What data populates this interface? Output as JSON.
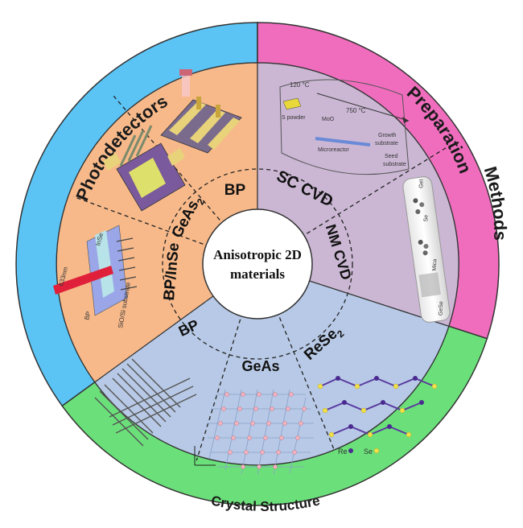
{
  "center": {
    "line1": "Anisotropic  2D",
    "line2": "materials"
  },
  "outer_ring": {
    "photodetectors": "Photodetectors",
    "preparation": "Preparation",
    "methods": "Methods",
    "crystal_structure": "Crystal Structure"
  },
  "segments": {
    "bp_top": "BP",
    "geas2_main": "GeAs",
    "geas2_sub": "2",
    "bp_inse": "BP/InSe",
    "sc_cvd": "SC CVD",
    "nm_cvd": "NM CVD",
    "bp_crystal": "BP",
    "geas": "GeAs",
    "rese2_main": "ReSe",
    "rese2_sub": "2"
  },
  "figure_labels": {
    "temp1": "120 °C",
    "temp2": "750 °C",
    "s_powder": "S powder",
    "mno3": "MoO",
    "microreactor": "Microreactor",
    "growth": "Growth",
    "substrate1": "substrate",
    "seed": "Seed",
    "substrate2": "substrate",
    "gei2": "GeI",
    "se": "Se",
    "mica": "Mica",
    "gese2": "GeSe",
    "re": "Re",
    "se_atom": "Se",
    "wavelength": "633nm",
    "inse": "InSe",
    "bp_small": "BP",
    "sio2": "SiO",
    "si_substrate": "/Si substrate"
  },
  "colors": {
    "photodetectors_ring": "#5bc4f5",
    "preparation_ring": "#f06dbe",
    "crystal_ring": "#6be07a",
    "photodetectors_fill": "#f7b98a",
    "preparation_fill": "#cbb7d4",
    "crystal_fill": "#b7c9e6"
  }
}
